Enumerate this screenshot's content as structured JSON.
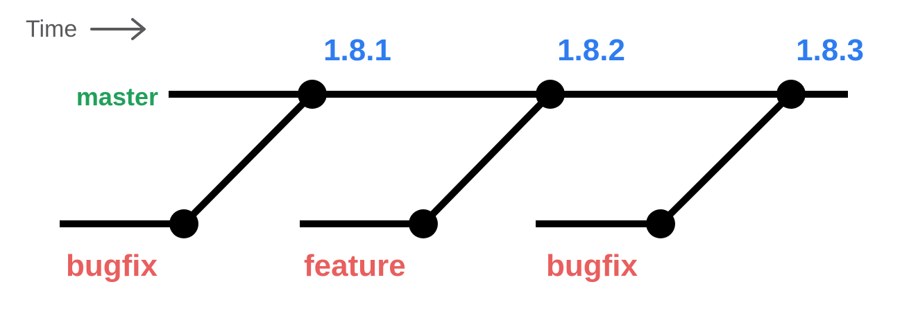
{
  "diagram": {
    "time": {
      "label": "Time",
      "arrow_icon": "right-arrow"
    },
    "master": {
      "label": "master"
    },
    "releases": [
      "1.8.1",
      "1.8.2",
      "1.8.3"
    ],
    "branches": [
      "bugfix",
      "feature",
      "bugfix"
    ]
  },
  "colors": {
    "time_gray": "#58595b",
    "master_green": "#21a05a",
    "release_blue": "#2e7cf0",
    "branch_red": "#e85f5e",
    "line_black": "#000000",
    "background": "#ffffff"
  }
}
